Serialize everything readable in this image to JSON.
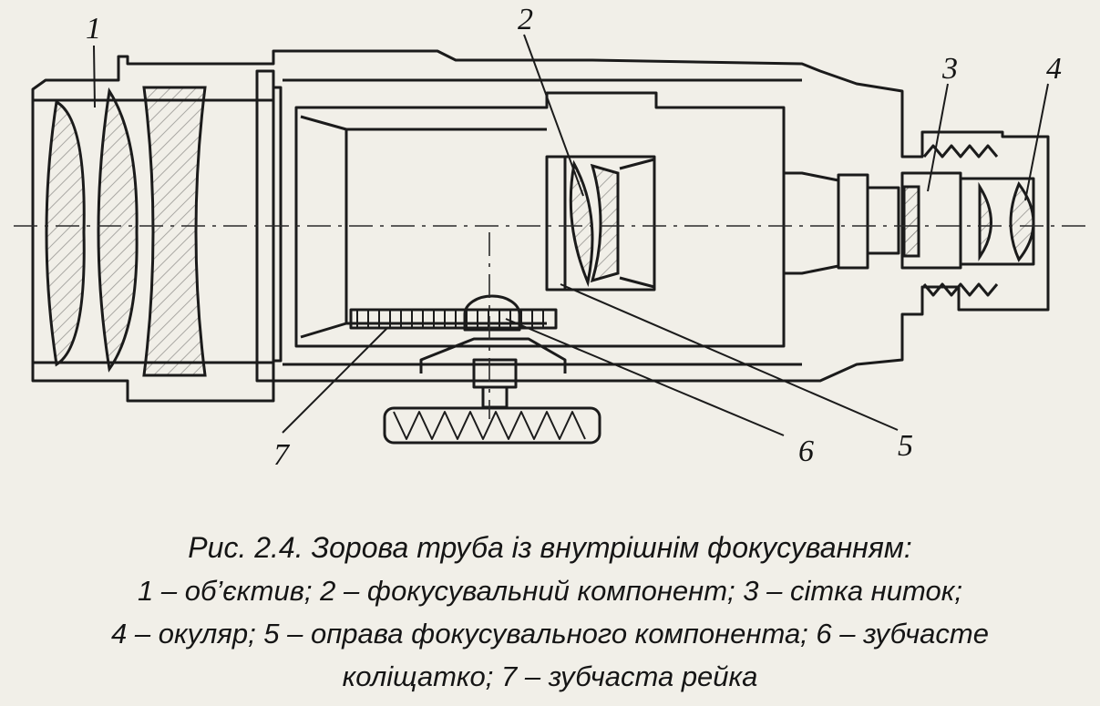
{
  "labels": {
    "objective": "1",
    "focusing_component": "2",
    "reticle": "3",
    "eyepiece": "4",
    "focusing_mount": "5",
    "gear_wheel": "6",
    "gear_rack": "7"
  },
  "caption": {
    "title": "Рис. 2.4. Зорова труба із внутрішнім фокусуванням:",
    "line1": "1 – об’єктив; 2 – фокусувальний компонент; 3 – сітка ниток;",
    "line2": "4 – окуляр; 5 – оправа фокусувального компонента; 6 – зубчасте",
    "line3": "коліщатко; 7 – зубчаста рейка"
  }
}
